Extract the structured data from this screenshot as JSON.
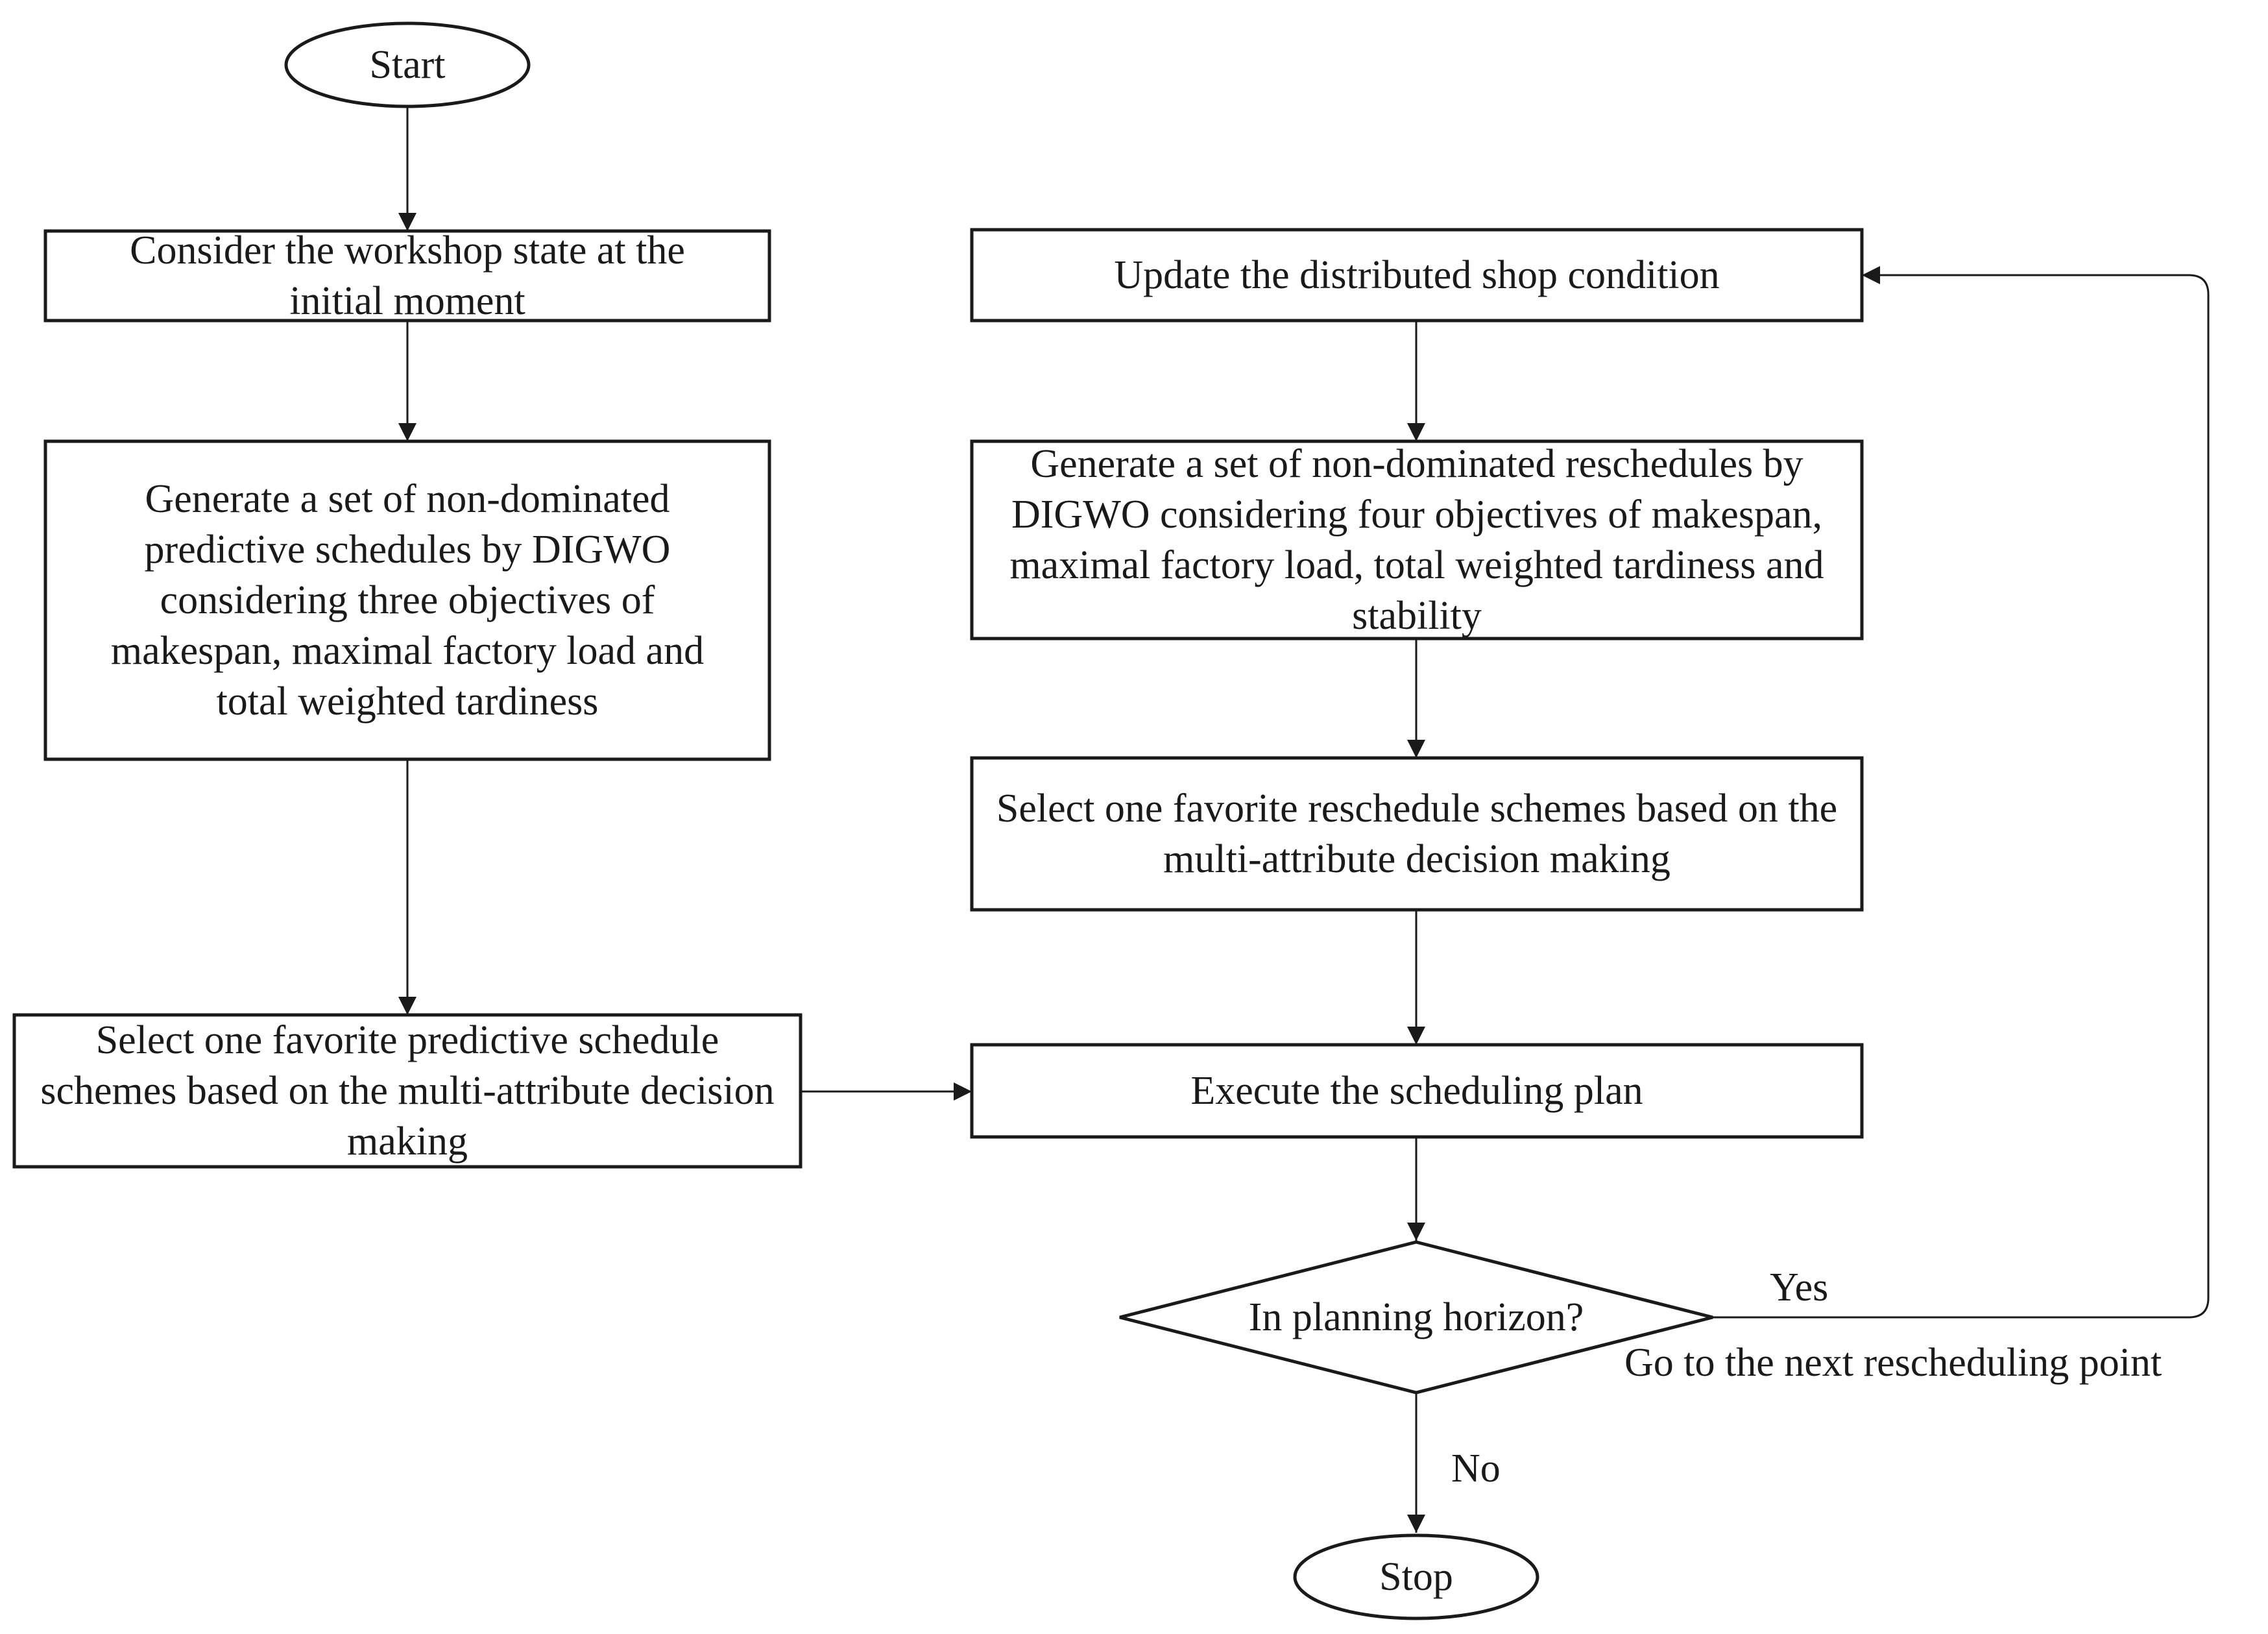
{
  "nodes": {
    "start": "Start",
    "consider_state": "Consider the workshop state at the initial moment",
    "generate_predictive": "Generate a set of non-dominated predictive schedules by DIGWO considering three objectives of makespan, maximal factory load and total weighted tardiness",
    "select_predictive": "Select one favorite predictive schedule schemes based on the multi-attribute decision making",
    "update_condition": "Update the distributed shop condition",
    "generate_reschedules": "Generate a set of non-dominated reschedules by DIGWO considering four objectives of makespan, maximal factory load, total weighted tardiness and stability",
    "select_reschedule": "Select one favorite reschedule schemes based on the multi-attribute decision making",
    "execute_plan": "Execute the scheduling plan",
    "decision_horizon": "In planning horizon?",
    "stop": "Stop"
  },
  "edge_labels": {
    "yes": "Yes",
    "no": "No",
    "loop_note": "Go to the next rescheduling point"
  }
}
